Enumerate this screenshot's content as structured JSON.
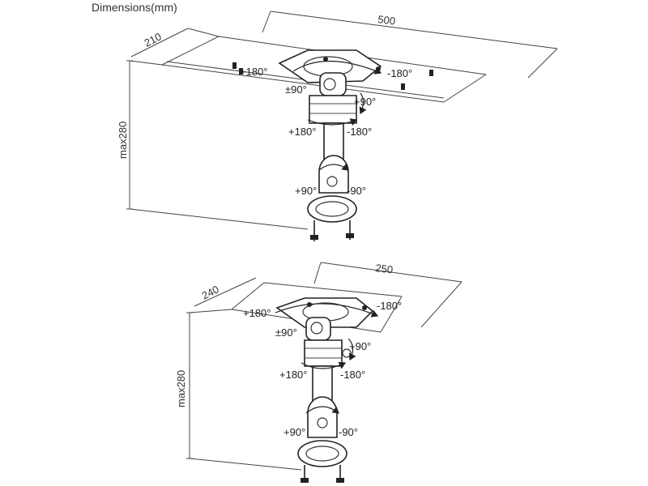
{
  "title": "Dimensions(mm)",
  "top_view": {
    "width_label": "500",
    "depth_label": "210",
    "height_label": "max280",
    "angles": {
      "plate_left": "+180°",
      "plate_right": "-180°",
      "tilt_left": "±90°",
      "tilt_right": "+90°",
      "swivel_left": "+180°",
      "swivel_right": "-180°",
      "clamp_left": "+90°",
      "clamp_right": "-90°"
    }
  },
  "bottom_view": {
    "width_label": "250",
    "depth_label": "240",
    "height_label": "max280",
    "angles": {
      "plate_left": "+180°",
      "plate_right": "-180°",
      "tilt_left": "±90°",
      "tilt_right": "+90°",
      "swivel_left": "+180°",
      "swivel_right": "-180°",
      "clamp_left": "+90°",
      "clamp_right": "-90°"
    }
  }
}
